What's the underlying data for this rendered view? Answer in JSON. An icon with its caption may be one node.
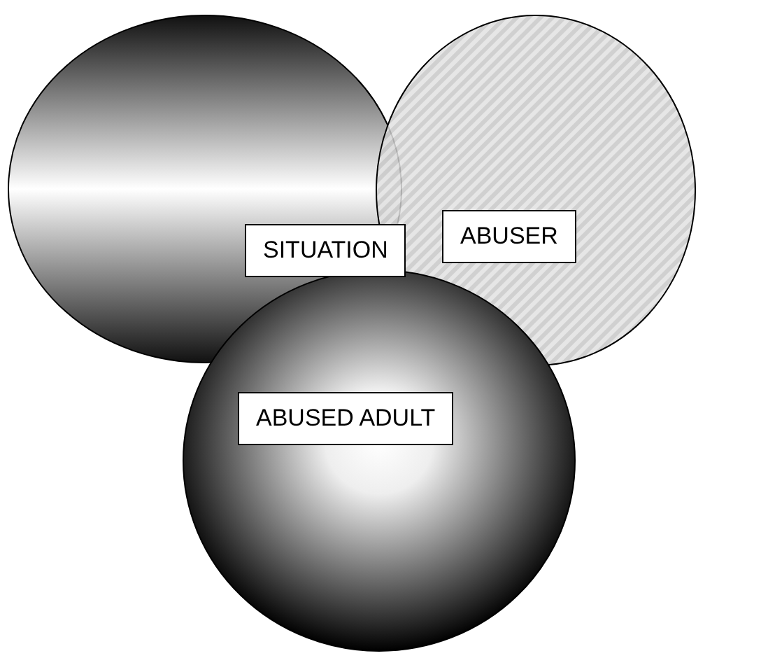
{
  "diagram": {
    "nodes": [
      {
        "text": [
          "SITUATION"
        ]
      },
      {
        "text": [
          "ABUSER"
        ]
      },
      {
        "text": [
          "ABUSED ADULT"
        ]
      }
    ]
  }
}
